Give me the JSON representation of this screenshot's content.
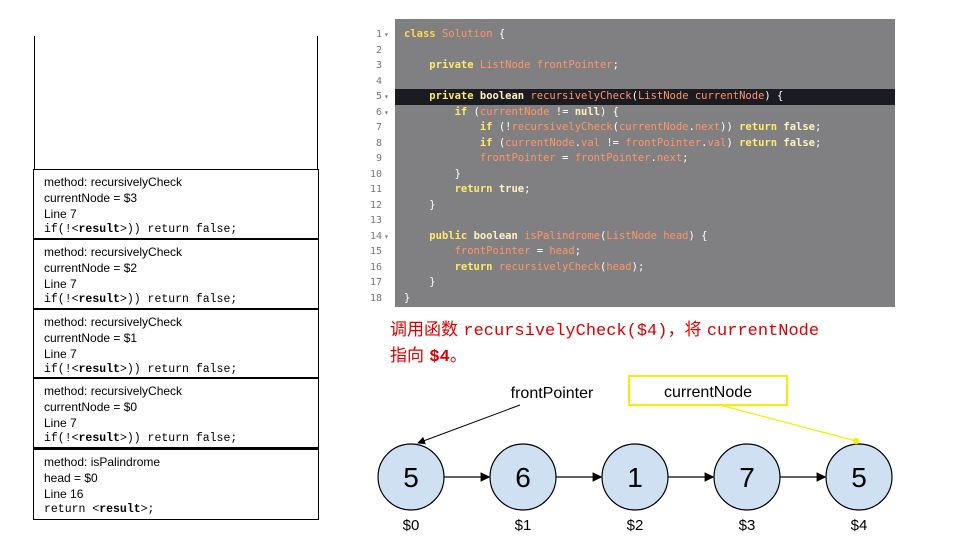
{
  "stack": {
    "frames": [
      {
        "method": "method: recursivelyCheck",
        "var": "currentNode  = $3",
        "line": "Line 7",
        "code_pre": "if(!<",
        "code_bold": "result",
        "code_post": ">)) return false;"
      },
      {
        "method": "method: recursivelyCheck",
        "var": "currentNode  = $2",
        "line": "Line 7",
        "code_pre": "if(!<",
        "code_bold": "result",
        "code_post": ">)) return false;"
      },
      {
        "method": "method: recursivelyCheck",
        "var": "currentNode  = $1",
        "line": "Line 7",
        "code_pre": "if(!<",
        "code_bold": "result",
        "code_post": ">)) return false;"
      },
      {
        "method": "method: recursivelyCheck",
        "var": "currentNode  = $0",
        "line": "Line 7",
        "code_pre": "if(!<",
        "code_bold": "result",
        "code_post": ">)) return false;"
      },
      {
        "method": "method: isPalindrome",
        "var": "head = $0",
        "line": "Line 16",
        "code_pre": "return <",
        "code_bold": "result",
        "code_post": ">;"
      }
    ]
  },
  "code": {
    "highlight_line": 5,
    "line_numbers": [
      "1",
      "2",
      "3",
      "4",
      "5",
      "6",
      "7",
      "8",
      "9",
      "10",
      "11",
      "12",
      "13",
      "14",
      "15",
      "16",
      "17",
      "18"
    ],
    "lines": [
      [
        [
          "k",
          "class "
        ],
        [
          "i",
          "Solution"
        ],
        [
          "p",
          " {"
        ]
      ],
      [],
      [
        [
          "p",
          "    "
        ],
        [
          "kw",
          "private "
        ],
        [
          "i",
          "ListNode frontPointer"
        ],
        [
          "p",
          ";"
        ]
      ],
      [],
      [
        [
          "p",
          "    "
        ],
        [
          "kw",
          "private "
        ],
        [
          "t",
          "boolean "
        ],
        [
          "i",
          "recursivelyCheck"
        ],
        [
          "p",
          "("
        ],
        [
          "i",
          "ListNode currentNode"
        ],
        [
          "p",
          ") {"
        ]
      ],
      [
        [
          "p",
          "        "
        ],
        [
          "kw",
          "if "
        ],
        [
          "p",
          "("
        ],
        [
          "i",
          "currentNode"
        ],
        [
          "p",
          " != "
        ],
        [
          "t",
          "null"
        ],
        [
          "p",
          ") {"
        ]
      ],
      [
        [
          "p",
          "            "
        ],
        [
          "kw",
          "if "
        ],
        [
          "p",
          "(!"
        ],
        [
          "i",
          "recursivelyCheck"
        ],
        [
          "p",
          "("
        ],
        [
          "i",
          "currentNode"
        ],
        [
          "p",
          "."
        ],
        [
          "i",
          "next"
        ],
        [
          "p",
          ")) "
        ],
        [
          "kw",
          "return "
        ],
        [
          "t",
          "false"
        ],
        [
          "p",
          ";"
        ]
      ],
      [
        [
          "p",
          "            "
        ],
        [
          "kw",
          "if "
        ],
        [
          "p",
          "("
        ],
        [
          "i",
          "currentNode"
        ],
        [
          "p",
          "."
        ],
        [
          "i",
          "val"
        ],
        [
          "p",
          " != "
        ],
        [
          "i",
          "frontPointer"
        ],
        [
          "p",
          "."
        ],
        [
          "i",
          "val"
        ],
        [
          "p",
          ") "
        ],
        [
          "kw",
          "return "
        ],
        [
          "t",
          "false"
        ],
        [
          "p",
          ";"
        ]
      ],
      [
        [
          "p",
          "            "
        ],
        [
          "i",
          "frontPointer"
        ],
        [
          "p",
          " = "
        ],
        [
          "i",
          "frontPointer"
        ],
        [
          "p",
          "."
        ],
        [
          "i",
          "next"
        ],
        [
          "p",
          ";"
        ]
      ],
      [
        [
          "p",
          "        }"
        ]
      ],
      [
        [
          "p",
          "        "
        ],
        [
          "kw",
          "return "
        ],
        [
          "t",
          "true"
        ],
        [
          "p",
          ";"
        ]
      ],
      [
        [
          "p",
          "    }"
        ]
      ],
      [],
      [
        [
          "p",
          "    "
        ],
        [
          "kw",
          "public "
        ],
        [
          "t",
          "boolean "
        ],
        [
          "i",
          "isPalindrome"
        ],
        [
          "p",
          "("
        ],
        [
          "i",
          "ListNode head"
        ],
        [
          "p",
          ") {"
        ]
      ],
      [
        [
          "p",
          "        "
        ],
        [
          "i",
          "frontPointer"
        ],
        [
          "p",
          " = "
        ],
        [
          "i",
          "head"
        ],
        [
          "p",
          ";"
        ]
      ],
      [
        [
          "p",
          "        "
        ],
        [
          "kw",
          "return "
        ],
        [
          "i",
          "recursivelyCheck"
        ],
        [
          "p",
          "("
        ],
        [
          "i",
          "head"
        ],
        [
          "p",
          ");"
        ]
      ],
      [
        [
          "p",
          "    }"
        ]
      ],
      [
        [
          "p",
          "}"
        ]
      ]
    ],
    "fold_lines": [
      1,
      5,
      6,
      14
    ]
  },
  "caption": {
    "part1": "调用函数 ",
    "code1": "recursivelyCheck($4)",
    "part2": "，将 ",
    "code2": "currentNode",
    "part3": "指向 ",
    "code3": "$4",
    "part4": "。"
  },
  "list": {
    "nodes": [
      {
        "value": "5",
        "label": "$0"
      },
      {
        "value": "6",
        "label": "$1"
      },
      {
        "value": "1",
        "label": "$2"
      },
      {
        "value": "7",
        "label": "$3"
      },
      {
        "value": "5",
        "label": "$4"
      }
    ],
    "pointers": {
      "front": {
        "label": "frontPointer",
        "target": 0
      },
      "current": {
        "label": "currentNode",
        "target": 4
      }
    },
    "node_fill": "#cfe0f2",
    "current_color": "#f4f000"
  }
}
